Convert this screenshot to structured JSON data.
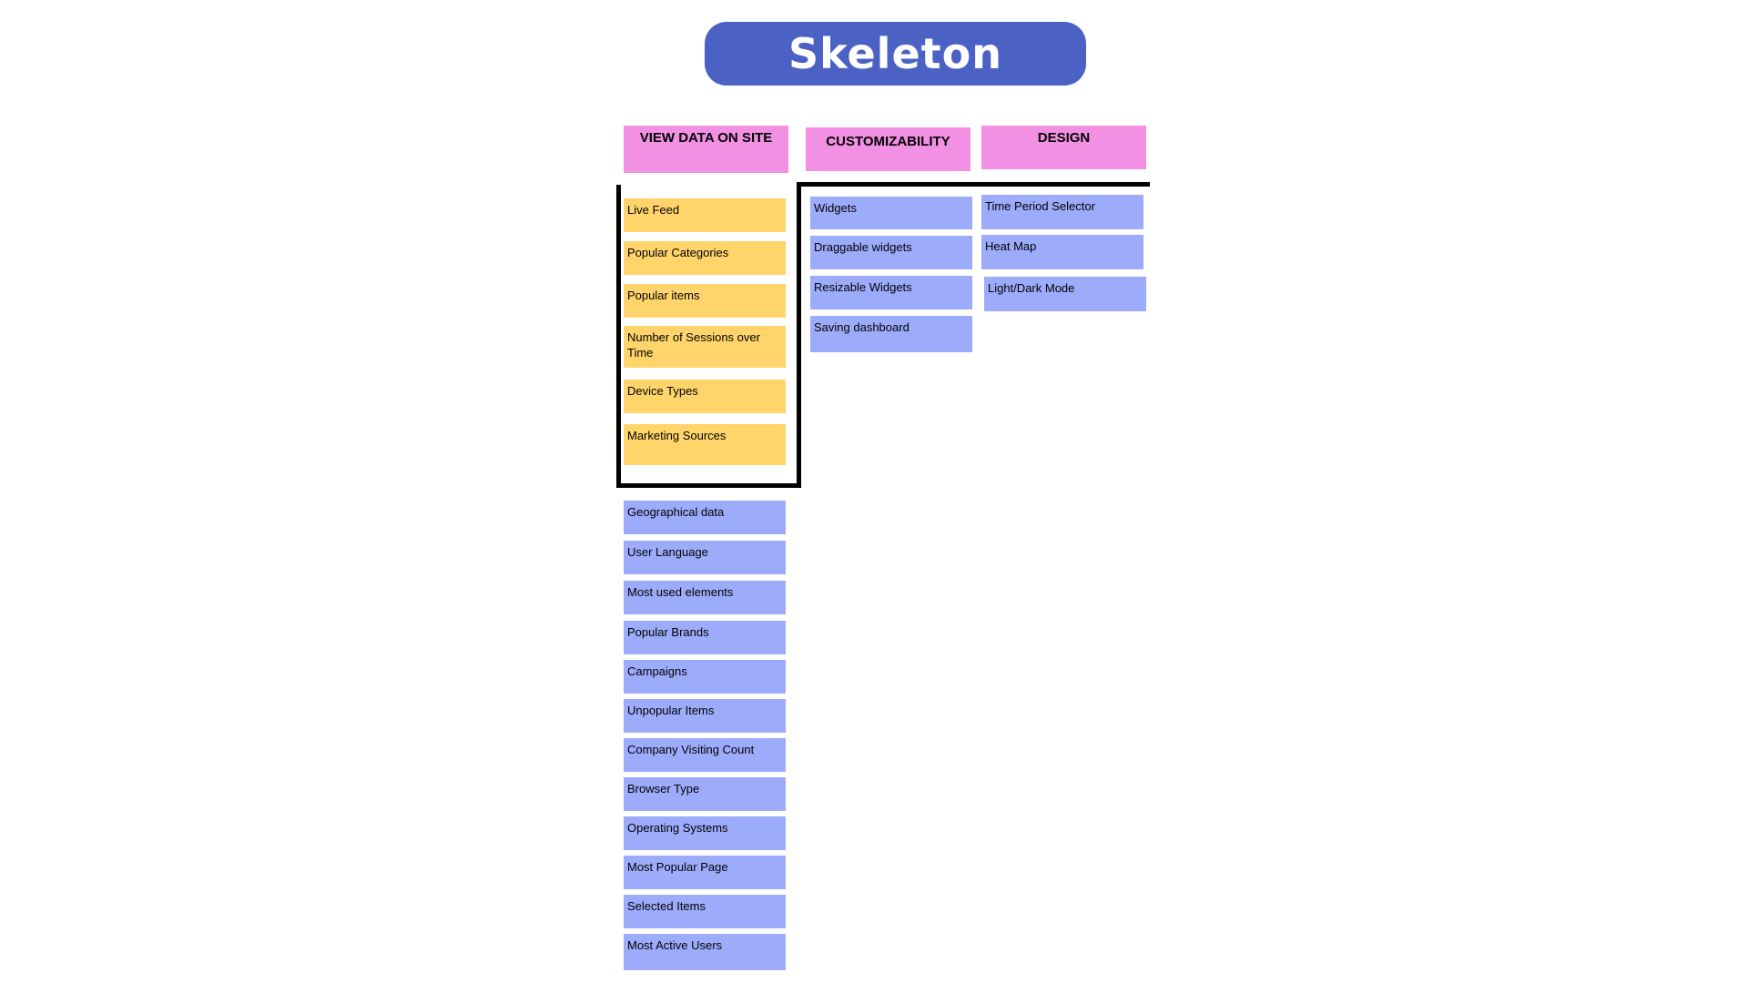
{
  "title": "Skeleton",
  "columns": {
    "view_data": {
      "header": "VIEW DATA ON SITE",
      "grouped_items": [
        "Live Feed",
        "Popular Categories",
        "Popular items",
        "Number of Sessions over Time",
        "Device Types",
        "Marketing Sources"
      ],
      "other_items": [
        "Geographical data",
        "User Language",
        "Most used elements",
        "Popular Brands",
        "Campaigns",
        "Unpopular Items",
        "Company Visiting Count",
        "Browser Type",
        "Operating Systems",
        "Most Popular Page",
        "Selected Items",
        "Most Active Users"
      ]
    },
    "customizability": {
      "header": "CUSTOMIZABILITY",
      "items": [
        "Widgets",
        "Draggable widgets",
        "Resizable Widgets",
        "Saving dashboard"
      ]
    },
    "design": {
      "header": "DESIGN",
      "items": [
        "Time Period Selector",
        "Heat Map",
        "Light/Dark Mode"
      ]
    }
  },
  "colors": {
    "title_background": "#4B62C4",
    "header_background": "#F290E3",
    "grouped_note": "#FFD56B",
    "note": "#9DABFB"
  }
}
